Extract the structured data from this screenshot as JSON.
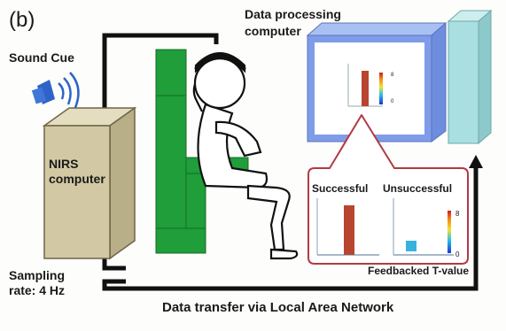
{
  "panel_label": "(b)",
  "sound_cue_label": "Sound Cue",
  "nirs_computer": {
    "line1": "NIRS",
    "line2": "computer"
  },
  "sampling_rate": {
    "line1": "Sampling",
    "line2": "rate: 4 Hz"
  },
  "data_processing": {
    "line1": "Data processing",
    "line2": "computer"
  },
  "feedback_panel": {
    "successful_label": "Successful",
    "unsuccessful_label": "Unsuccessful",
    "caption": "Feedbacked T-value",
    "scale_max": "8",
    "scale_min": "0"
  },
  "network_label": "Data transfer via Local Area Network",
  "colors": {
    "cable": "#111111",
    "chair": "#1f9e3a",
    "nirs_case": "#d2c9a4",
    "monitor_frame": "#7f9ce8",
    "monitor_screen": "#ffffff",
    "tower": "#a9dfe0",
    "bar": "#b8452f",
    "low_bar": "#35b2e0",
    "callout": "#b13a44",
    "speaker": "#2f63c9"
  }
}
